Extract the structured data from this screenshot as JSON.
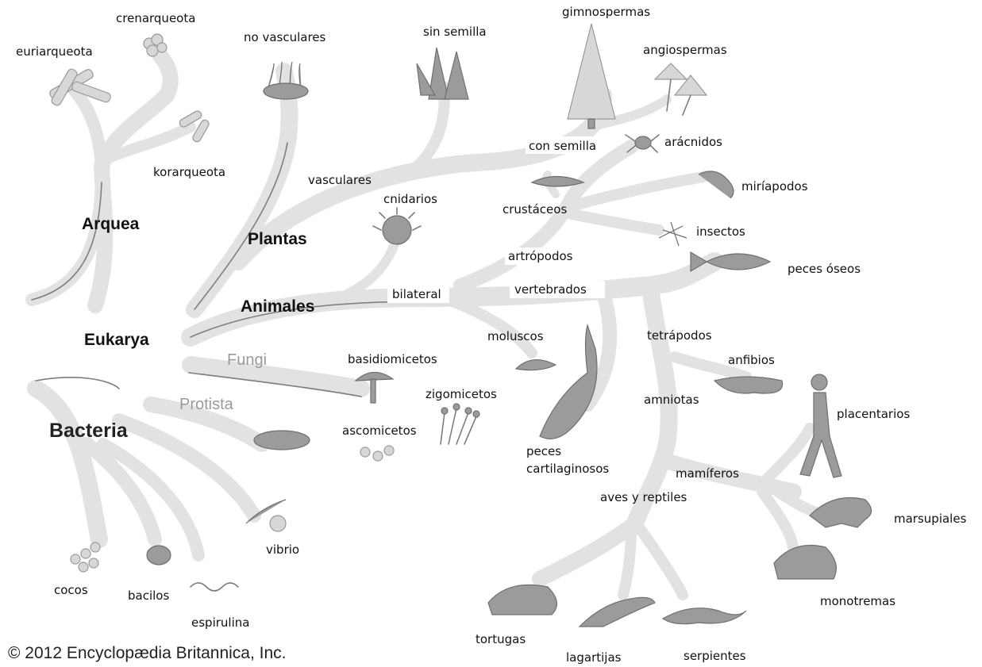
{
  "domains": {
    "archaea": "Arquea",
    "plants": "Plantas",
    "animals": "Animales",
    "eukarya": "Eukarya",
    "fungi": "Fungi",
    "protista": "Protista",
    "bacteria": "Bacteria"
  },
  "archaea": {
    "euryarchaeota": "euriarqueota",
    "crenarchaeota": "crenarqueota",
    "korarchaeota": "korarqueota"
  },
  "plants": {
    "nonvascular": "no vasculares",
    "vascular": "vasculares",
    "seedless": "sin semilla",
    "seeded": "con semilla",
    "gymnosperms": "gimnospermas",
    "angiosperms": "angiospermas"
  },
  "animals": {
    "cnidarians": "cnidarios",
    "bilateral": "bilateral",
    "arthropods": "artrópodos",
    "crustaceans": "crustáceos",
    "arachnids": "arácnidos",
    "myriapods": "miríapodos",
    "insects": "insectos",
    "mollusks": "moluscos",
    "vertebrates": "vertebrados",
    "bony_fish": "peces óseos",
    "cartilaginous_fish_1": "peces",
    "cartilaginous_fish_2": "cartilaginosos",
    "tetrapods": "tetrápodos",
    "amphibians": "anfibios",
    "amniotes": "amniotas",
    "mammals": "mamíferos",
    "placentals": "placentarios",
    "marsupials": "marsupiales",
    "monotremes": "monotremas",
    "birds_reptiles": "aves y reptiles",
    "turtles": "tortugas",
    "lizards": "lagartijas",
    "snakes": "serpientes"
  },
  "fungi": {
    "basidiomycetes": "basidiomicetos",
    "zygomycetes": "zigomicetos",
    "ascomycetes": "ascomicetos"
  },
  "bacteria": {
    "cocci": "cocos",
    "bacilli": "bacilos",
    "spirulina": "espirulina",
    "vibrio": "vibrio"
  },
  "copyright": "© 2012 Encyclopædia Britannica, Inc."
}
